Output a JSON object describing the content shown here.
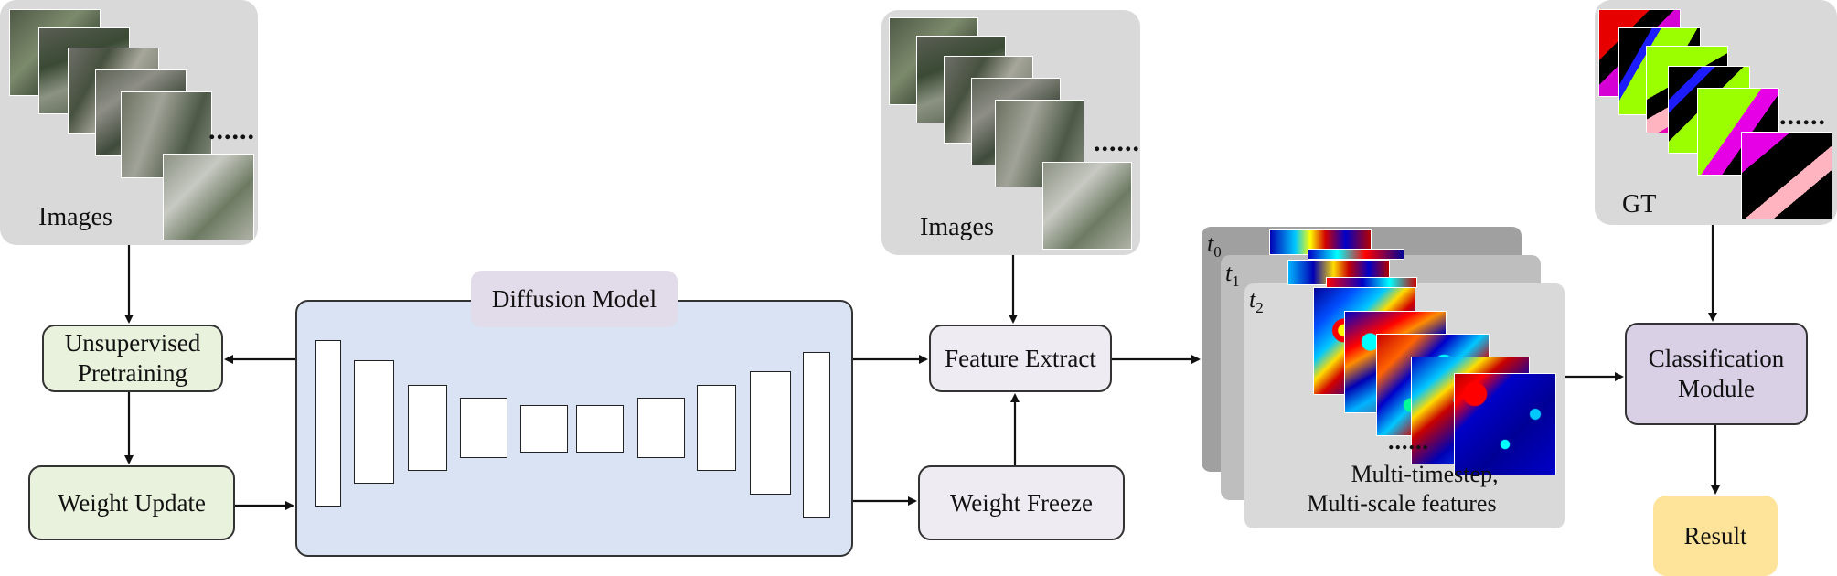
{
  "images_left": {
    "label": "Images",
    "dots": "......"
  },
  "images_mid": {
    "label": "Images",
    "dots": "......"
  },
  "gt": {
    "label": "GT",
    "dots": "......"
  },
  "diffusion": {
    "title": "Diffusion Model"
  },
  "unsupervised": {
    "line1": "Unsupervised",
    "line2": "Pretraining"
  },
  "weight_update": {
    "label": "Weight Update"
  },
  "weight_freeze": {
    "label": "Weight Freeze"
  },
  "feature_extract": {
    "label": "Feature Extract"
  },
  "features": {
    "t0": "t",
    "t0_sub": "0",
    "t1": "t",
    "t1_sub": "1",
    "t2": "t",
    "t2_sub": "2",
    "dots": "......",
    "caption1": "Multi-timestep,",
    "caption2": "Multi-scale features"
  },
  "classification": {
    "line1": "Classification",
    "line2": "Module"
  },
  "result": {
    "label": "Result"
  },
  "colors": {
    "panel_gray": "#d9d9d9",
    "pretrain_green": "#e8f2dc",
    "diffusion_blue": "#dae3f3",
    "diffusion_title_bg": "#e2dbe9",
    "light_lavender": "#efebf3",
    "classification_purple": "#d9d0e6",
    "result_yellow": "#fde49a",
    "feature_gray": "#9f9f9f"
  }
}
